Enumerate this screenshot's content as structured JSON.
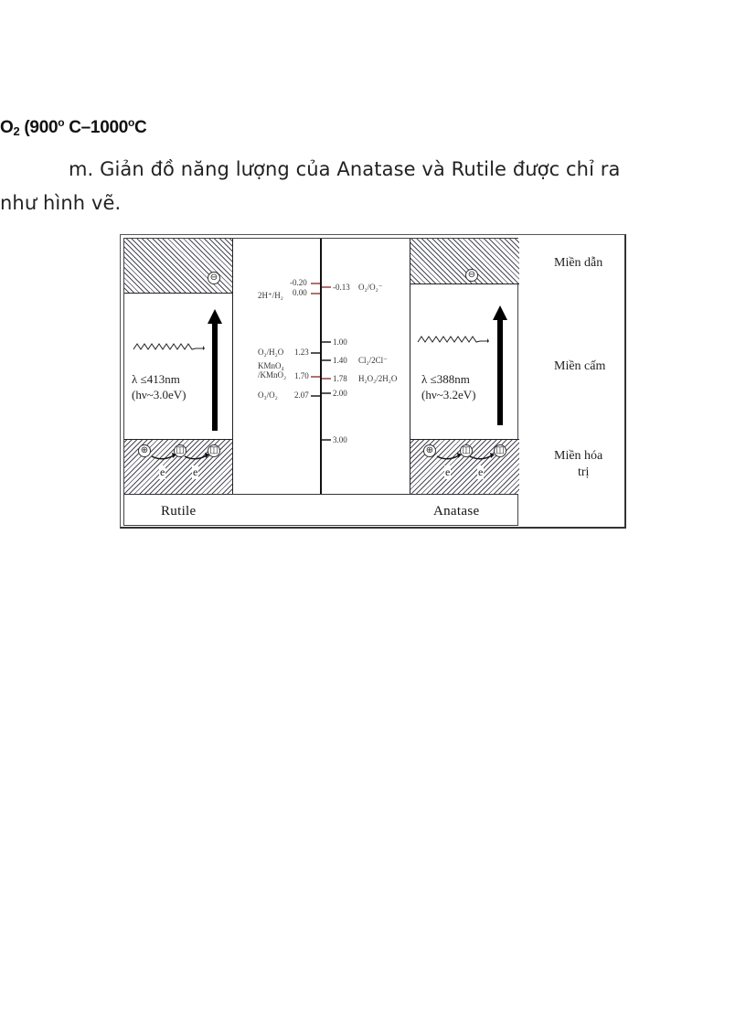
{
  "heading": {
    "formula": "O",
    "sub": "2",
    "open": " (900",
    "deg1": "o",
    "mid": " C–1000",
    "deg2": "o",
    "end": "C"
  },
  "paragraph": {
    "line1": "m. Giản đồ năng lượng của Anatase và Rutile được chỉ ra",
    "line2": "như hình vẽ."
  },
  "figure": {
    "rutile": {
      "label": "Rutile",
      "wavelength": "λ ≤413nm",
      "energy": "(hν~3.0eV)"
    },
    "anatase": {
      "label": "Anatase",
      "wavelength": "λ ≤388nm",
      "energy": "(hν~3.2eV)"
    },
    "carriers": {
      "electron": "⊖",
      "hole": "⊕",
      "hole_moving": "◫",
      "e_label": "e"
    },
    "zones": {
      "conduction": "Miền dẫn",
      "forbidden": "Miền cấm",
      "valence_1": "Miền hóa",
      "valence_2": "trị"
    },
    "left_potentials": [
      {
        "value": "-0.20",
        "couple": ""
      },
      {
        "value": "0.00",
        "couple": "2H⁺/H₂"
      },
      {
        "value": "1.23",
        "couple": "O₂/H₂O"
      },
      {
        "value": "1.70",
        "couple": "KMnO₄ /KMnO₂"
      },
      {
        "value": "2.07",
        "couple": "O₃/O₂"
      }
    ],
    "right_potentials": [
      {
        "value": "-0.13",
        "couple": "O₂/O₂⁻"
      },
      {
        "value": "1.00",
        "couple": ""
      },
      {
        "value": "1.40",
        "couple": "Cl₂/2Cl⁻"
      },
      {
        "value": "1.78",
        "couple": "H₂O₂/2H₂O"
      },
      {
        "value": "2.00",
        "couple": ""
      },
      {
        "value": "3.00",
        "couple": ""
      }
    ]
  }
}
